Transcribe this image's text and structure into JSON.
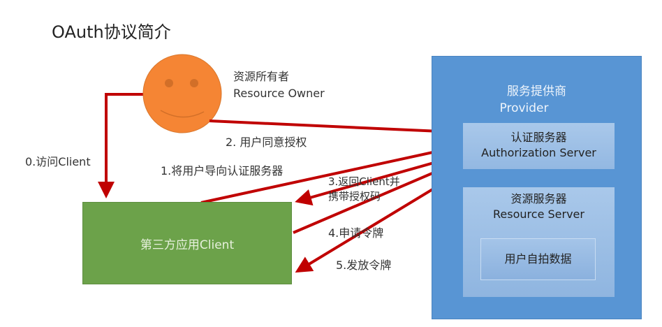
{
  "title": "OAuth协议简介",
  "resource_owner": {
    "label_cn": "资源所有者",
    "label_en": "Resource Owner",
    "icon": "smiley-face-icon",
    "color": "#f58534"
  },
  "client": {
    "label": "第三方应用Client",
    "color": "#6ca24a"
  },
  "provider": {
    "label_cn": "服务提供商",
    "label_en": "Provider",
    "color": "#5895d4",
    "auth_server": {
      "label_cn": "认证服务器",
      "label_en": "Authorization Server"
    },
    "resource_server": {
      "label_cn": "资源服务器",
      "label_en": "Resource Server",
      "data_label": "用户自拍数据"
    }
  },
  "steps": [
    {
      "id": 0,
      "label": "0.访问Client",
      "from": "resource_owner",
      "to": "client"
    },
    {
      "id": 1,
      "label": "1.将用户导向认证服务器",
      "from": "client",
      "to": "auth_server"
    },
    {
      "id": 2,
      "label": "2. 用户同意授权",
      "from": "resource_owner",
      "to": "auth_server"
    },
    {
      "id": 3,
      "label_line1": "3.返回Client并",
      "label_line2": "携带授权码",
      "from": "auth_server",
      "to": "client"
    },
    {
      "id": 4,
      "label": "4.申请令牌",
      "from": "client",
      "to": "auth_server"
    },
    {
      "id": 5,
      "label": "5.发放令牌",
      "from": "auth_server",
      "to": "client"
    }
  ],
  "arrow_color": "#c00000"
}
